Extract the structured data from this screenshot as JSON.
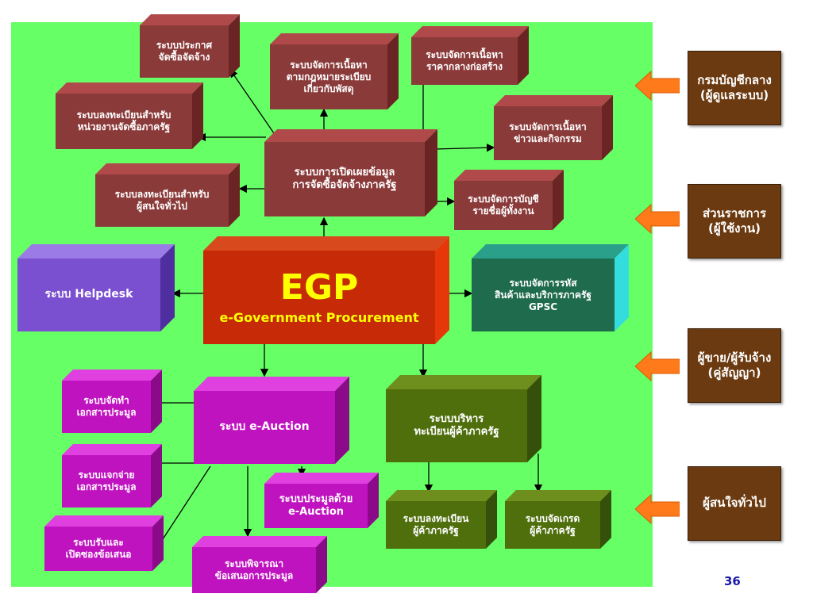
{
  "center": {
    "title": "EGP",
    "subtitle": "e-Government Procurement"
  },
  "disclosure": {
    "label": "ระบบการเปิดเผยข้อมูล\nการจัดซื้อจัดจ้างภาครัฐ"
  },
  "announce": {
    "label": "ระบบประกาศ\nจัดซื้อจัดจ้าง"
  },
  "law": {
    "label": "ระบบจัดการเนื้อหา\nตามกฎหมายระเบียบ\nเกี่ยวกับพัสดุ"
  },
  "median_price": {
    "label": "ระบบจัดการเนื้อหา\nราคากลางก่อสร้าง"
  },
  "register_agency": {
    "label": "ระบบลงทะเบียนสำหรับ\nหน่วยงานจัดซื้อภาครัฐ"
  },
  "news": {
    "label": "ระบบจัดการเนื้อหา\nข่าวและกิจกรรม"
  },
  "register_public": {
    "label": "ระบบลงทะเบียนสำหรับ\nผู้สนใจทั่วไป"
  },
  "accounts": {
    "label": "ระบบจัดการบัญชี\nรายชื่อผู้ทั้งงาน"
  },
  "helpdesk": {
    "label": "ระบบ Helpdesk"
  },
  "gpsc": {
    "label": "ระบบจัดการรหัส\nสินค้าและบริการภาครัฐ\nGPSC"
  },
  "eauction": {
    "label": "ระบบ e-Auction"
  },
  "docs_make": {
    "label": "ระบบจัดทำ\nเอกสารประมูล"
  },
  "docs_dist": {
    "label": "ระบบแจกจ่าย\nเอกสารประมูล"
  },
  "bids_open": {
    "label": "ระบบรับและ\nเปิดซองข้อเสนอ"
  },
  "auction_sys": {
    "label": "ระบบประมูลด้วย\ne-Auction"
  },
  "consider": {
    "label": "ระบบพิจารณา\nข้อเสนอการประมูล"
  },
  "vendor_mgmt": {
    "label": "ระบบบริหาร\nทะเบียนผู้ค้าภาครัฐ"
  },
  "vendor_reg": {
    "label": "ระบบลงทะเบียน\nผู้ค้าภาครัฐ"
  },
  "vendor_grade": {
    "label": "ระบบจัดเกรด\nผู้ค้าภาครัฐ"
  },
  "roles": [
    {
      "label": "กรมบัญชีกลาง\n(ผู้ดูแลระบบ)"
    },
    {
      "label": "ส่วนราชการ\n(ผู้ใช้งาน)"
    },
    {
      "label": "ผู้ขาย/ผู้รับจ้าง\n(คู่สัญญา)"
    },
    {
      "label": "ผู้สนใจทั่วไป"
    }
  ],
  "page_number": "36",
  "colors": {
    "background": "#66ff66",
    "maroon": "#8b3a3a",
    "center": "#c62a06",
    "purple": "#7a4fd0",
    "teal": "#1f6b4e",
    "magenta": "#c013c0",
    "olive": "#4f6f0d",
    "role_box": "#6b3a10",
    "arrow": "#ff7a1a"
  }
}
